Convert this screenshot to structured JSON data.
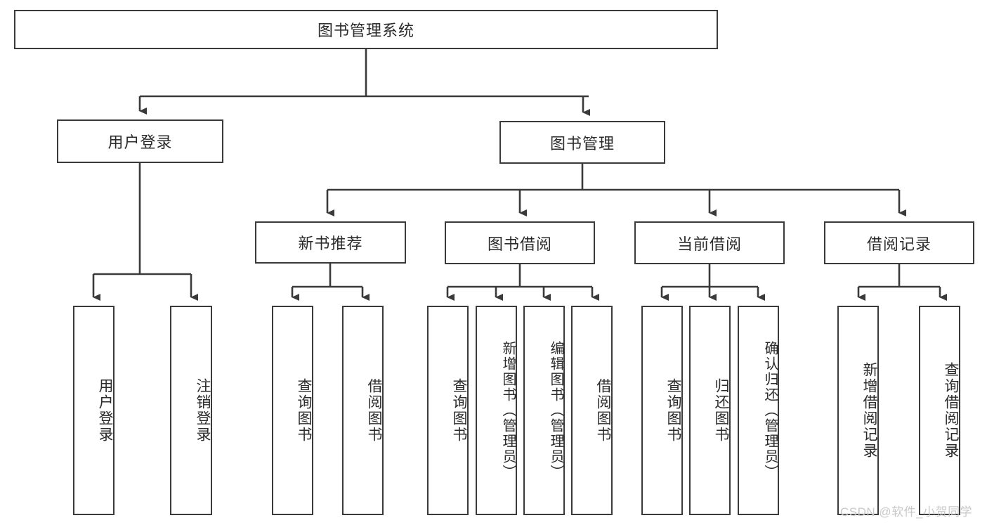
{
  "diagram": {
    "type": "tree-hierarchy",
    "title": "图书管理系统",
    "root": {
      "label": "图书管理系统"
    },
    "level2": [
      {
        "id": "user-login",
        "label": "用户登录"
      },
      {
        "id": "book-management",
        "label": "图书管理"
      }
    ],
    "level3": [
      {
        "id": "new-book-recommend",
        "label": "新书推荐",
        "parent": "book-management"
      },
      {
        "id": "book-borrow",
        "label": "图书借阅",
        "parent": "book-management"
      },
      {
        "id": "current-borrow",
        "label": "当前借阅",
        "parent": "book-management"
      },
      {
        "id": "borrow-record",
        "label": "借阅记录",
        "parent": "book-management"
      }
    ],
    "leaves": {
      "user-login": [
        {
          "id": "leaf-user-login",
          "label": "用户登录"
        },
        {
          "id": "leaf-user-logout",
          "label": "注销登录"
        }
      ],
      "new-book-recommend": [
        {
          "id": "leaf-query-book-1",
          "label": "查询图书"
        },
        {
          "id": "leaf-borrow-book-1",
          "label": "借阅图书"
        }
      ],
      "book-borrow": [
        {
          "id": "leaf-query-book-2",
          "label": "查询图书"
        },
        {
          "id": "leaf-add-book",
          "label": "新增图书（管理员）"
        },
        {
          "id": "leaf-edit-book",
          "label": "编辑图书（管理员）"
        },
        {
          "id": "leaf-borrow-book-2",
          "label": "借阅图书"
        }
      ],
      "current-borrow": [
        {
          "id": "leaf-query-book-3",
          "label": "查询图书"
        },
        {
          "id": "leaf-return-book",
          "label": "归还图书"
        },
        {
          "id": "leaf-confirm-return",
          "label": "确认归还（管理员）"
        }
      ],
      "borrow-record": [
        {
          "id": "leaf-add-record",
          "label": "新增借阅记录"
        },
        {
          "id": "leaf-query-record",
          "label": "查询借阅记录"
        }
      ]
    }
  },
  "watermark": {
    "text": "CSDN @软件_小贺同学"
  },
  "colors": {
    "stroke": "#3a3a3a",
    "text": "#2b2b2b",
    "background": "#ffffff",
    "watermark": "#c9c9c9"
  }
}
